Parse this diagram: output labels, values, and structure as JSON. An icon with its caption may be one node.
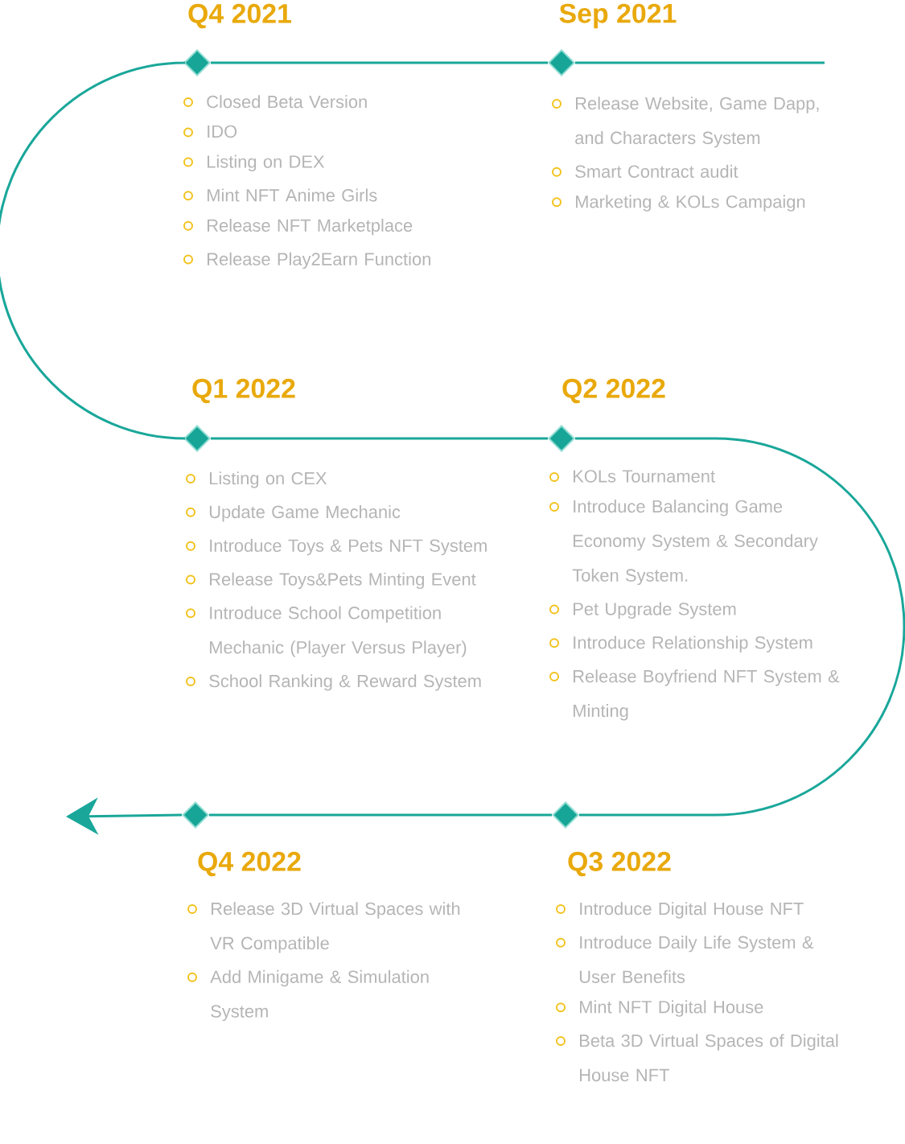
{
  "diagram": {
    "nodes": [
      {
        "text": [
          "Sep 2021",
          "Release Website, Game Dapp, and Characters System",
          "Smart Contract audit",
          "Marketing & KOLs Campaign"
        ]
      },
      {
        "text": [
          "Q4 2021",
          "Closed Beta Version",
          "IDO",
          "Listing on DEX",
          "Mint NFT Anime Girls",
          "Release NFT Marketplace",
          "Release Play2Earn Function"
        ]
      },
      {
        "text": [
          "Q1 2022",
          "Listing on CEX",
          "Update Game Mechanic",
          "Introduce Toys & Pets NFT System",
          "Release Toys&Pets Minting Event",
          "Introduce School Competition Mechanic (Player Versus Player)",
          "School Ranking & Reward System"
        ]
      },
      {
        "text": [
          "Q2 2022",
          "KOLs Tournament",
          "Introduce Balancing Game Economy System & Secondary Token System.",
          "Pet Upgrade System",
          "Introduce Relationship System",
          "Release Boyfriend NFT System & Minting"
        ]
      },
      {
        "text": [
          "Q3 2022",
          "Introduce Digital House NFT",
          "Introduce Daily Life System & User Benefits",
          "Mint NFT Digital House",
          "Beta 3D Virtual Spaces of Digital House NFT"
        ]
      },
      {
        "text": [
          "Q4 2022",
          "Release 3D Virtual Spaces with VR Compatible",
          "Add Minigame & Simulation System"
        ]
      }
    ],
    "edges": [
      {
        "from": null,
        "to": 0,
        "arrow": "none"
      },
      {
        "from": 0,
        "to": 1,
        "arrow": "none"
      },
      {
        "from": 1,
        "to": 2,
        "arrow": "none"
      },
      {
        "from": 2,
        "to": 3,
        "arrow": "none"
      },
      {
        "from": 3,
        "to": 4,
        "arrow": "none"
      },
      {
        "from": 4,
        "to": 5,
        "arrow": "none"
      },
      {
        "from": 5,
        "to": null,
        "arrow": "to"
      }
    ]
  }
}
